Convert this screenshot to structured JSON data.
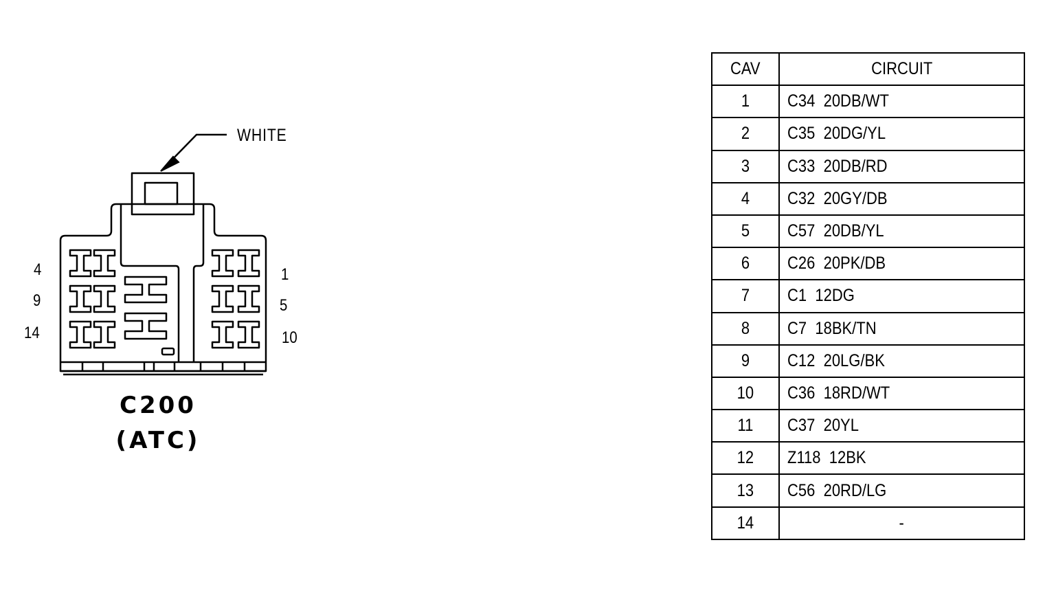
{
  "connector": {
    "name": "C200",
    "subtitle": "(ATC)",
    "color_callout": "WHITE",
    "left_pin_labels": [
      "4",
      "9",
      "14"
    ],
    "right_pin_labels": [
      "1",
      "5",
      "10"
    ]
  },
  "table": {
    "headers": {
      "cav": "CAV",
      "circuit": "CIRCUIT"
    },
    "rows": [
      {
        "cav": "1",
        "circuit": "C34  20DB/WT"
      },
      {
        "cav": "2",
        "circuit": "C35  20DG/YL"
      },
      {
        "cav": "3",
        "circuit": "C33  20DB/RD"
      },
      {
        "cav": "4",
        "circuit": "C32  20GY/DB"
      },
      {
        "cav": "5",
        "circuit": "C57  20DB/YL"
      },
      {
        "cav": "6",
        "circuit": "C26  20PK/DB"
      },
      {
        "cav": "7",
        "circuit": "C1  12DG"
      },
      {
        "cav": "8",
        "circuit": "C7  18BK/TN"
      },
      {
        "cav": "9",
        "circuit": "C12  20LG/BK"
      },
      {
        "cav": "10",
        "circuit": "C36  18RD/WT"
      },
      {
        "cav": "11",
        "circuit": "C37  20YL"
      },
      {
        "cav": "12",
        "circuit": "Z118  12BK"
      },
      {
        "cav": "13",
        "circuit": "C56  20RD/LG"
      },
      {
        "cav": "14",
        "circuit": "-"
      }
    ]
  }
}
